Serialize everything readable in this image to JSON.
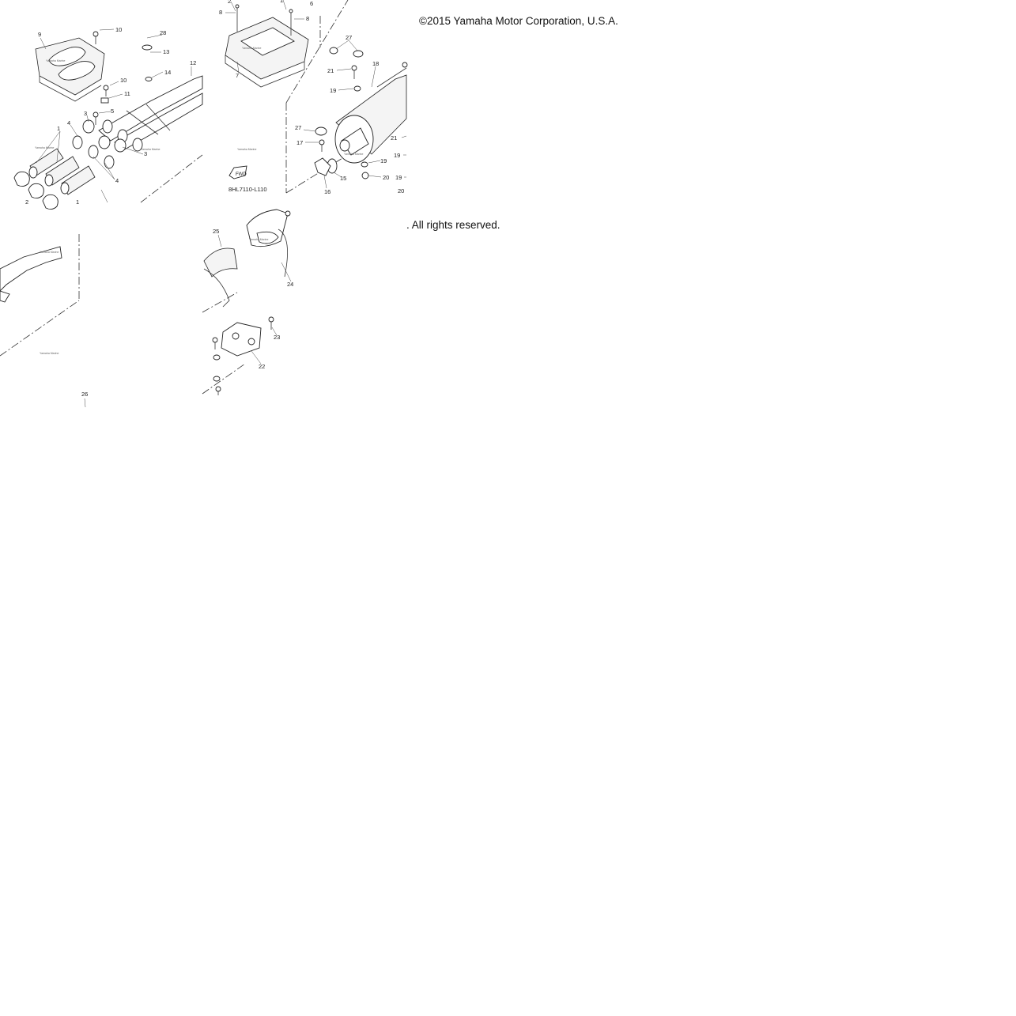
{
  "copyright": {
    "line1": "©2015 Yamaha Motor Corporation, U.S.A.",
    "line2": ". All rights reserved."
  },
  "diagram": {
    "reference_code": "8HL7110-L110",
    "fwd_label": "FWD",
    "callouts": [
      "1",
      "2",
      "3",
      "4",
      "5",
      "6",
      "7",
      "8",
      "9",
      "10",
      "11",
      "12",
      "13",
      "14",
      "15",
      "16",
      "17",
      "18",
      "19",
      "20",
      "21",
      "22",
      "23",
      "24",
      "25",
      "26",
      "27",
      "28"
    ]
  }
}
